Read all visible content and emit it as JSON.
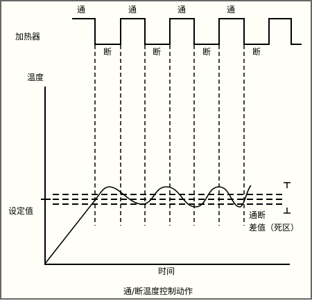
{
  "heater": {
    "label": "加热器",
    "on_labels": [
      "通",
      "通",
      "通",
      "通"
    ],
    "off_labels": [
      "断",
      "断",
      "断",
      "断"
    ]
  },
  "axes": {
    "y_label": "温度",
    "x_label": "时间",
    "setpoint_label": "设定值"
  },
  "hysteresis": {
    "line1": "通断",
    "line2": "差值（死区）"
  },
  "caption": "通/断温度控制动作",
  "colors": {
    "background": "#fffff7",
    "line": "#000000",
    "border": "#666666"
  }
}
